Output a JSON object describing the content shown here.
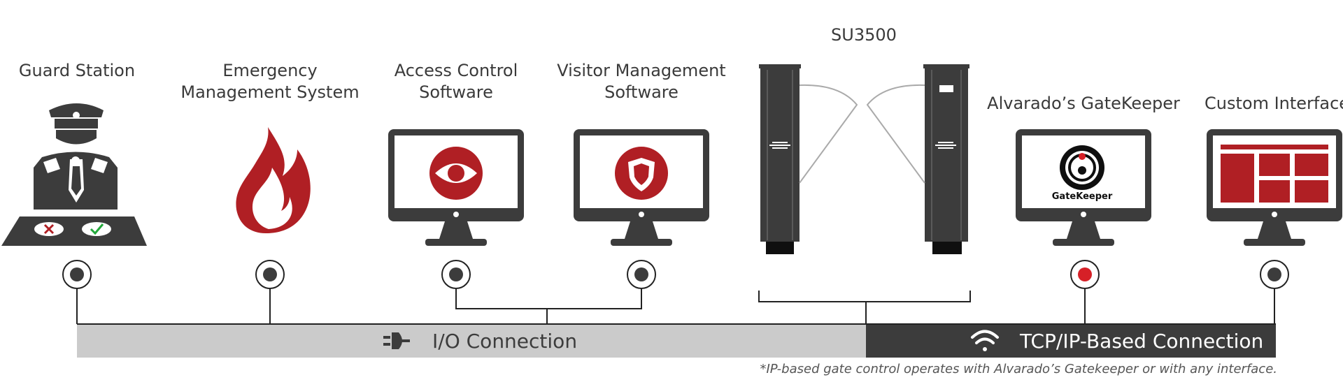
{
  "gate": {
    "title": "SU3500"
  },
  "nodes": [
    {
      "label": "Guard Station",
      "icon": "guard-icon",
      "status": "io"
    },
    {
      "label": "Emergency\nManagement System",
      "icon": "flame-icon",
      "status": "io"
    },
    {
      "label": "Access Control\nSoftware",
      "icon": "eye-icon",
      "status": "io"
    },
    {
      "label": "Visitor Management\nSoftware",
      "icon": "shield-icon",
      "status": "io"
    },
    {
      "label": "Alvarado’s GateKeeper",
      "icon": "gatekeeper-logo",
      "status": "tcp",
      "logo_text": "GateKeeper"
    },
    {
      "label": "Custom Interface",
      "icon": "grid-layout-icon",
      "status": "tcp"
    }
  ],
  "connections": {
    "io": {
      "label": "I/O Connection",
      "icon": "plug-icon",
      "color": "#cbcbcb"
    },
    "tcp": {
      "label": "TCP/IP-Based Connection",
      "icon": "wifi-icon",
      "color": "#3c3c3c"
    }
  },
  "footnote": "*IP-based gate control operates with Alvarado’s Gatekeeper or with any interface.",
  "colors": {
    "accent": "#b01f24",
    "dark": "#3c3c3c",
    "light": "#cbcbcb",
    "text": "#3a3a3a"
  }
}
